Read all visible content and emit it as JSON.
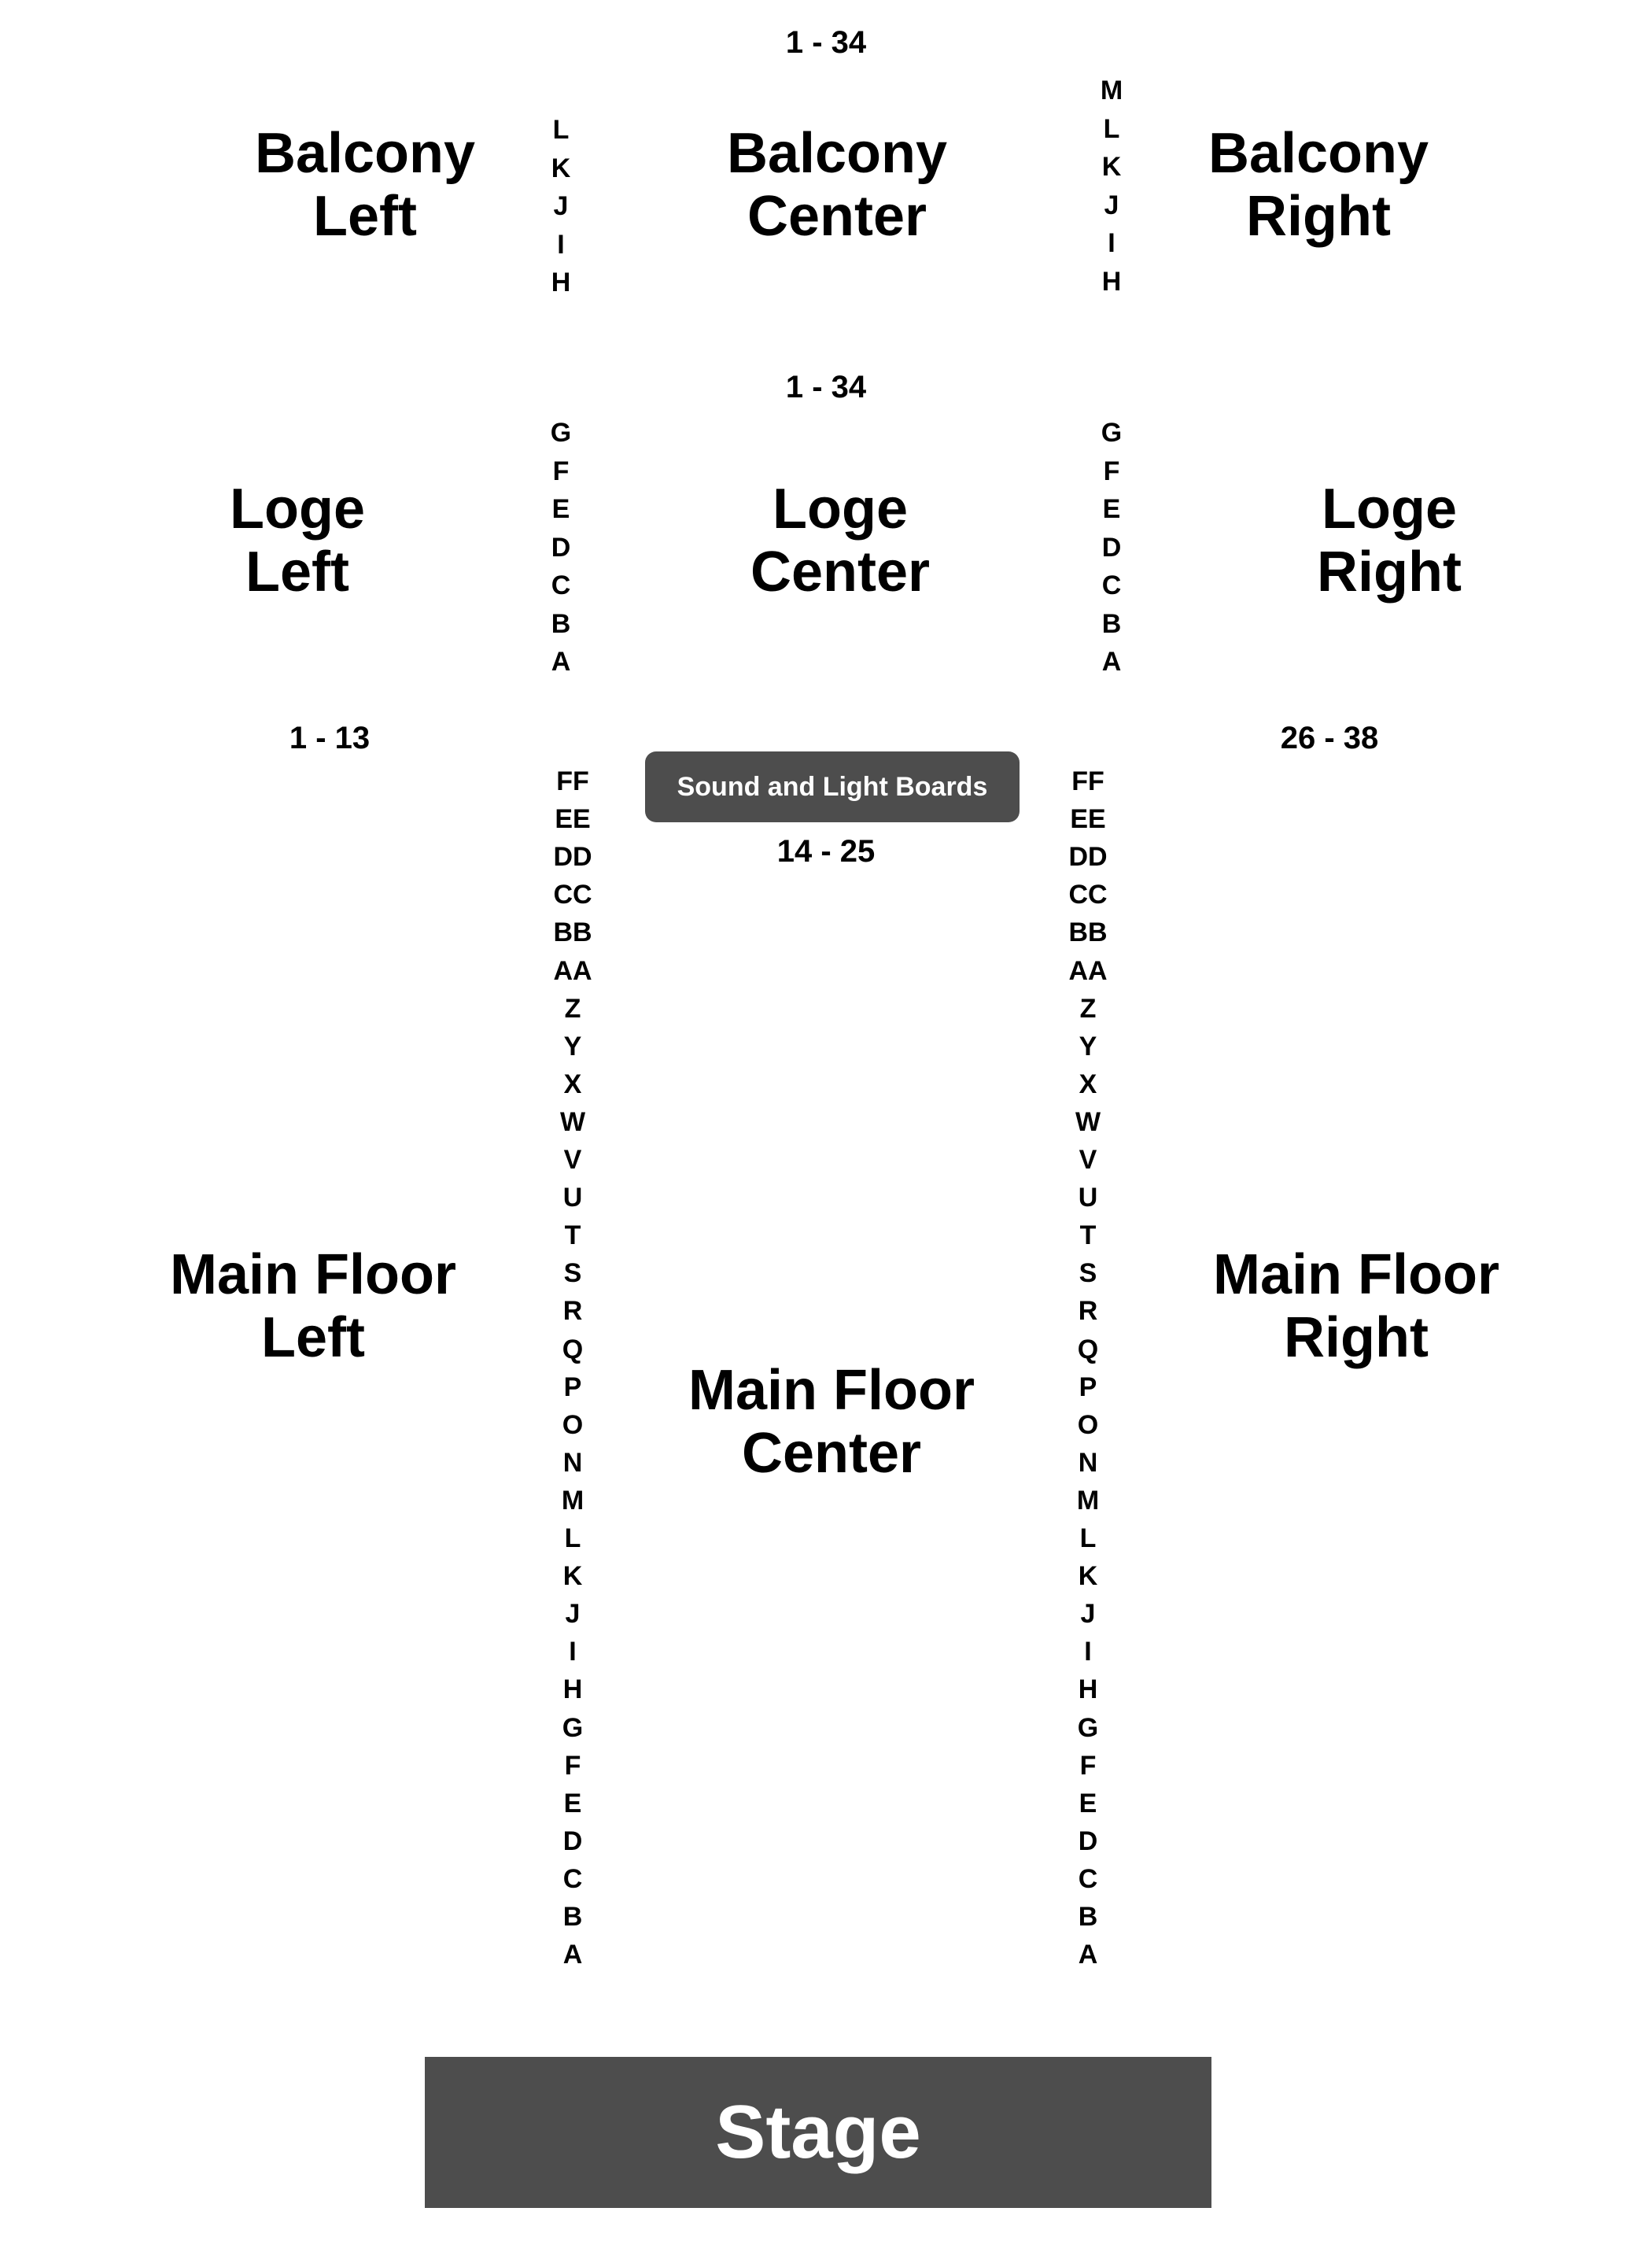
{
  "sections": {
    "balcony_left": {
      "label": "Balcony\nLeft"
    },
    "balcony_center": {
      "label": "Balcony\nCenter"
    },
    "balcony_right": {
      "label": "Balcony\nRight"
    },
    "loge_left": {
      "label": "Loge\nLeft"
    },
    "loge_center": {
      "label": "Loge\nCenter"
    },
    "loge_right": {
      "label": "Loge\nRight"
    },
    "main_left": {
      "label": "Main Floor\nLeft"
    },
    "main_center": {
      "label": "Main Floor\nCenter"
    },
    "main_right": {
      "label": "Main Floor\nRight"
    }
  },
  "seat_ranges": {
    "balcony_center": "1 - 34",
    "loge_center": "1 - 34",
    "main_left": "1 - 13",
    "main_center": "14 - 25",
    "main_right": "26 - 38"
  },
  "rows": {
    "balcony_left": [
      "L",
      "K",
      "J",
      "I",
      "H"
    ],
    "balcony_right": [
      "M",
      "L",
      "K",
      "J",
      "I",
      "H"
    ],
    "loge_left": [
      "G",
      "F",
      "E",
      "D",
      "C",
      "B",
      "A"
    ],
    "loge_right": [
      "G",
      "F",
      "E",
      "D",
      "C",
      "B",
      "A"
    ],
    "main_left": [
      "FF",
      "EE",
      "DD",
      "CC",
      "BB",
      "AA",
      "Z",
      "Y",
      "X",
      "W",
      "V",
      "U",
      "T",
      "S",
      "R",
      "Q",
      "P",
      "O",
      "N",
      "M",
      "L",
      "K",
      "J",
      "I",
      "H",
      "G",
      "F",
      "E",
      "D",
      "C",
      "B",
      "A"
    ],
    "main_right": [
      "FF",
      "EE",
      "DD",
      "CC",
      "BB",
      "AA",
      "Z",
      "Y",
      "X",
      "W",
      "V",
      "U",
      "T",
      "S",
      "R",
      "Q",
      "P",
      "O",
      "N",
      "M",
      "L",
      "K",
      "J",
      "I",
      "H",
      "G",
      "F",
      "E",
      "D",
      "C",
      "B",
      "A"
    ]
  },
  "sound_light_boards": "Sound and Light Boards",
  "stage": "Stage",
  "colors": {
    "block_fill": "#4d4d4d",
    "block_text": "#ffffff",
    "text": "#000000"
  }
}
